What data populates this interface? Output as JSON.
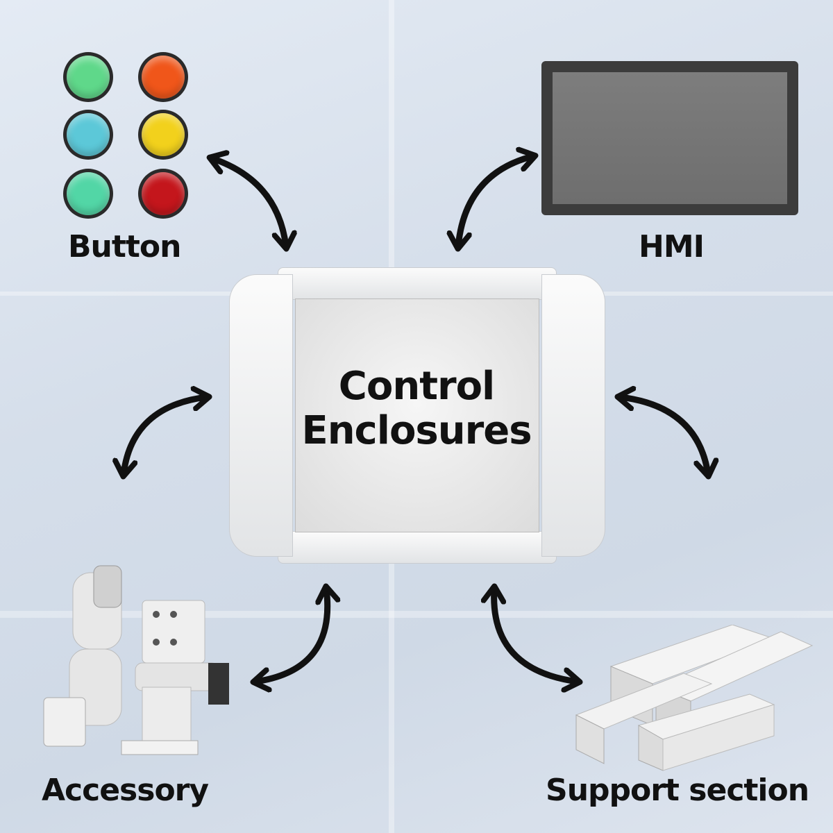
{
  "center": {
    "line1": "Control",
    "line2": "Enclosures"
  },
  "labels": {
    "button": "Button",
    "hmi": "HMI",
    "accessory": "Accessory",
    "support": "Support section"
  },
  "buttons": {
    "colors": [
      "#5fd88a",
      "#f0561a",
      "#5cc8d8",
      "#f2d11c",
      "#52d6a6",
      "#c4161c"
    ]
  }
}
